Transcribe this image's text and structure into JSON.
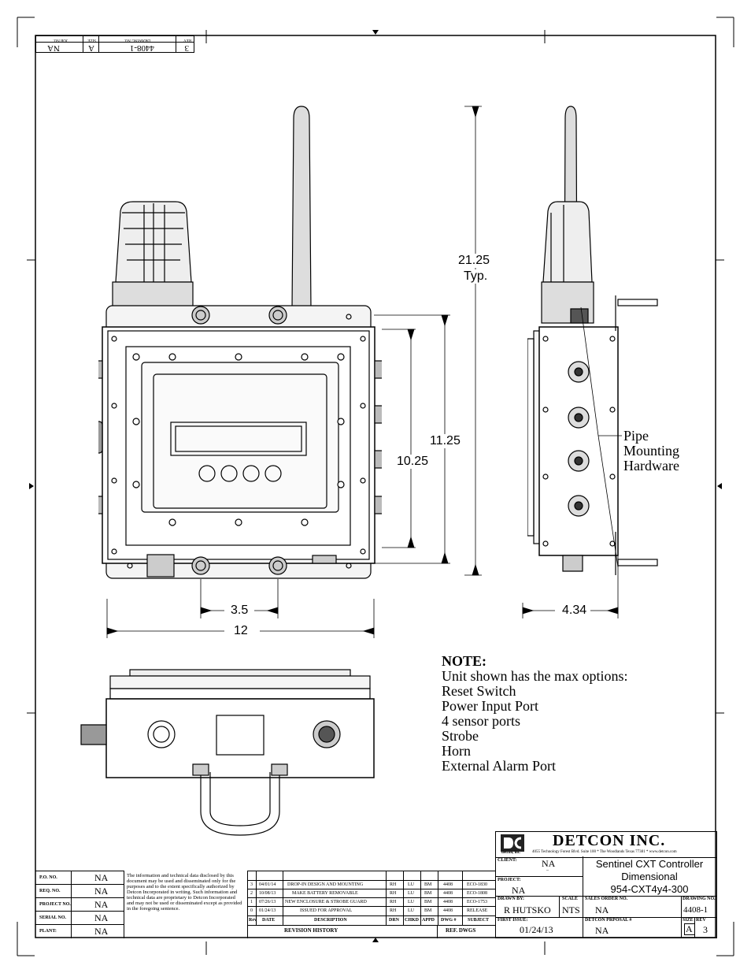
{
  "dims": {
    "total_height": "21.25",
    "total_height_note": "Typ.",
    "enclosure_height": "11.25",
    "panel_height": "10.25",
    "port_spacing": "3.5",
    "width": "12",
    "side_depth": "4.34"
  },
  "callout": {
    "line1": "Pipe",
    "line2": "Mounting",
    "line3": "Hardware"
  },
  "note": {
    "heading": "NOTE:",
    "lines": [
      "Unit shown has the max options:",
      "Reset Switch",
      "Power Input Port",
      "4 sensor ports",
      "Strobe",
      "Horn",
      "External Alarm Port"
    ]
  },
  "top_block": {
    "rev_label": "REV",
    "rev_value": "3",
    "dwg_label": "DRAWING NO.",
    "dwg_value": "4408-1",
    "size_label": "SIZE",
    "size_value": "A",
    "job_label": "JOB NO.",
    "job_value": "NA"
  },
  "company": {
    "name": "DETCON INC.",
    "logo_text": "detcon, inc.",
    "address": "4055 Technology Forest Blvd. Suite 100 * The Woodlands Texas 77381 * www.detcon.com"
  },
  "left_fields": [
    {
      "label": "P.O. NO.",
      "value": "NA"
    },
    {
      "label": "REQ. NO.",
      "value": "NA"
    },
    {
      "label": "PROJECT NO.",
      "value": "NA"
    },
    {
      "label": "SERIAL NO.",
      "value": "NA"
    },
    {
      "label": "PLANT:",
      "value": "NA"
    }
  ],
  "disclaimer": "The information and technical data disclosed by this document may be used and disseminated only for the purposes and to the extent specifically authorized by Detcon Incorporated in writing. Such information and technical data are proprietary to Detcon Incorporated and may not be used or disseminated except as provided in the foregoing sentence.",
  "revisions": [
    {
      "rev": "3",
      "date": "04/01/14",
      "desc": "DROP-IN DESIGN AND MOUNTING",
      "drn": "RH",
      "chkd": "LU",
      "appd": "BM",
      "dwg": "4408",
      "subject": "ECO-1830"
    },
    {
      "rev": "2",
      "date": "10/08/13",
      "desc": "MAKE BATTERY REMOVABLE",
      "drn": "RH",
      "chkd": "LU",
      "appd": "BM",
      "dwg": "4408",
      "subject": "ECO-1808"
    },
    {
      "rev": "1",
      "date": "07/26/13",
      "desc": "NEW ENCLOSURE & STROBE GUARD",
      "drn": "RH",
      "chkd": "LU",
      "appd": "BM",
      "dwg": "4408",
      "subject": "ECO-1753"
    },
    {
      "rev": "0",
      "date": "01/24/13",
      "desc": "ISSUED FOR APPROVAL",
      "drn": "RH",
      "chkd": "LU",
      "appd": "BM",
      "dwg": "4408",
      "subject": "RELEASE"
    }
  ],
  "rev_headers": {
    "rev": "Rev",
    "date": "DATE",
    "desc": "DESCRIPTION",
    "drn": "DRN",
    "chkd": "CHKD",
    "appd": "APPD",
    "dwg": "DWG #",
    "subject": "SUBJECT"
  },
  "revision_history_label": "REVISION HISTORY",
  "ref_dwgs_label": "REF. DWGS",
  "title_block": {
    "client_label": "CLIENT:",
    "client_value": "NA",
    "client_sub": "_",
    "title1": "Sentinel CXT Controller",
    "title2": "Dimensional",
    "title3": "954-CXT4y4-300",
    "project_label": "PROJECT:",
    "project_value": "NA",
    "drawn_label": "DRAWN BY:",
    "drawn_value": "R HUTSKO",
    "scale_label": "SCALE",
    "scale_value": "NTS",
    "so_label": "SALES ORDER NO.",
    "so_value": "NA",
    "dwgno_label": "DRAWING NO.",
    "dwgno_value": "4408-1",
    "first_label": "FIRST ISSUE:",
    "first_value": "01/24/13",
    "proposal_label": "DETCON PRPOSAL #",
    "proposal_value": "NA",
    "size_label": "SIZE",
    "rev_label": "REV",
    "size_value": "A",
    "rev_value": "3"
  }
}
